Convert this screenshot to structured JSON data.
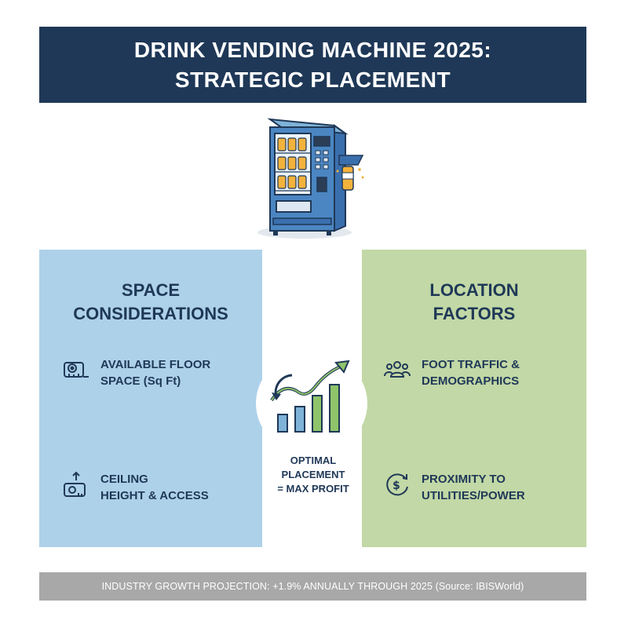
{
  "header": {
    "title_line1": "DRINK VENDING MACHINE 2025:",
    "title_line2": "STRATEGIC PLACEMENT"
  },
  "illustration": {
    "icon": "vending-machine-icon"
  },
  "space_panel": {
    "title_line1": "SPACE",
    "title_line2": "CONSIDERATIONS",
    "color": "#aed1ea",
    "items": [
      {
        "icon": "tape-measure-icon",
        "line1": "AVAILABLE FLOOR",
        "line2": "SPACE (Sq Ft)"
      },
      {
        "icon": "height-measure-icon",
        "line1": "CEILING",
        "line2": "HEIGHT & ACCESS"
      }
    ]
  },
  "location_panel": {
    "title_line1": "LOCATION",
    "title_line2": "FACTORS",
    "color": "#c2d8a6",
    "items": [
      {
        "icon": "people-group-icon",
        "line1": "FOOT TRAFFIC &",
        "line2": "DEMOGRAPHICS"
      },
      {
        "icon": "dollar-cycle-icon",
        "line1": "PROXIMITY TO",
        "line2": "UTILITIES/POWER"
      }
    ]
  },
  "center": {
    "icon": "growth-chart-icon",
    "line1": "OPTIMAL",
    "line2": "PLACEMENT",
    "line3": "= MAX PROFIT"
  },
  "footer": {
    "text": "INDUSTRY GROWTH PROJECTION: +1.9% ANNUALLY THROUGH 2025 (Source: IBISWorld)"
  },
  "colors": {
    "navy": "#1f3857",
    "space_blue": "#aed1ea",
    "location_green": "#c2d8a6",
    "footer_gray": "#a8a8a8"
  }
}
